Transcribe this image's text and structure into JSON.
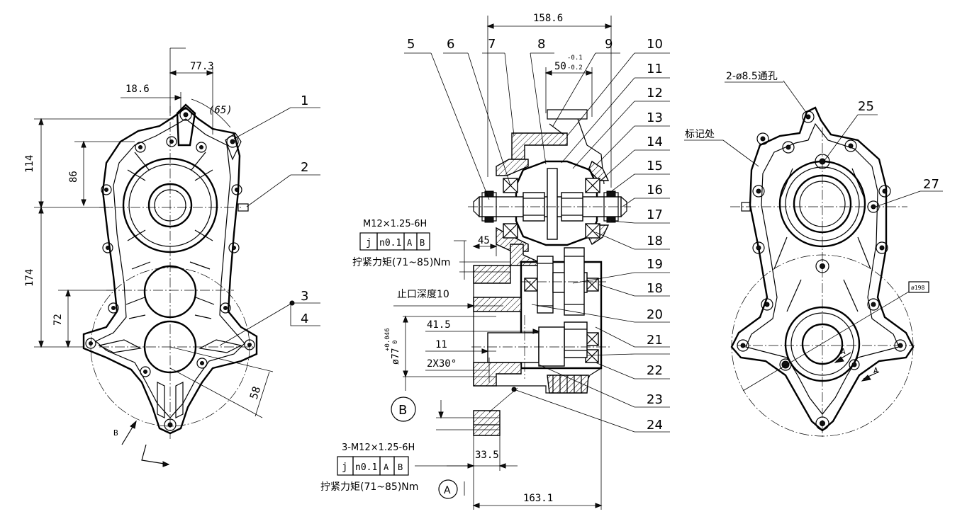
{
  "dims": {
    "d_158_6": "158.6",
    "d_77_3": "77.3",
    "d_18_6": "18.6",
    "d_65": "(65)",
    "d_114": "114",
    "d_86": "86",
    "d_174": "174",
    "d_72": "72",
    "d_58": "58",
    "d_50_main": "50",
    "d_50_upper": "-0.1",
    "d_50_lower": "-0.2",
    "d_45": "45",
    "d_41_5": "41.5",
    "d_11": "11",
    "d_2x30": "2X30°",
    "d_77_main": "ø77",
    "d_77_tol_upper": "+0.046",
    "d_77_tol_lower": "0",
    "d_33_5": "33.5",
    "d_163_1": "163.1",
    "d_198": "ø198"
  },
  "balloons": [
    "1",
    "2",
    "3",
    "4",
    "5",
    "6",
    "7",
    "8",
    "9",
    "10",
    "11",
    "12",
    "13",
    "14",
    "15",
    "16",
    "17",
    "18",
    "19",
    "18",
    "20",
    "21",
    "22",
    "23",
    "24",
    "25",
    "27"
  ],
  "notes": {
    "thread_top": "M12×1.25-6H",
    "torque_top": "拧紧力矩(71~85)Nm",
    "spigot_depth": "止口深度10",
    "thread_bottom": "3-M12×1.25-6H",
    "torque_bottom": "拧紧力矩(71~85)Nm",
    "through_holes": "2-ø8.5通孔",
    "mark_location": "标记处"
  },
  "frames": {
    "top": [
      "j",
      "n0.1",
      "A",
      "B"
    ],
    "bottom": [
      "j",
      "n0.1",
      "A",
      "B"
    ]
  },
  "datums": {
    "a": "A",
    "b": "B"
  },
  "view_arrows": {
    "b_left": "B",
    "a_right_1": "A",
    "a_right_2": "A"
  }
}
